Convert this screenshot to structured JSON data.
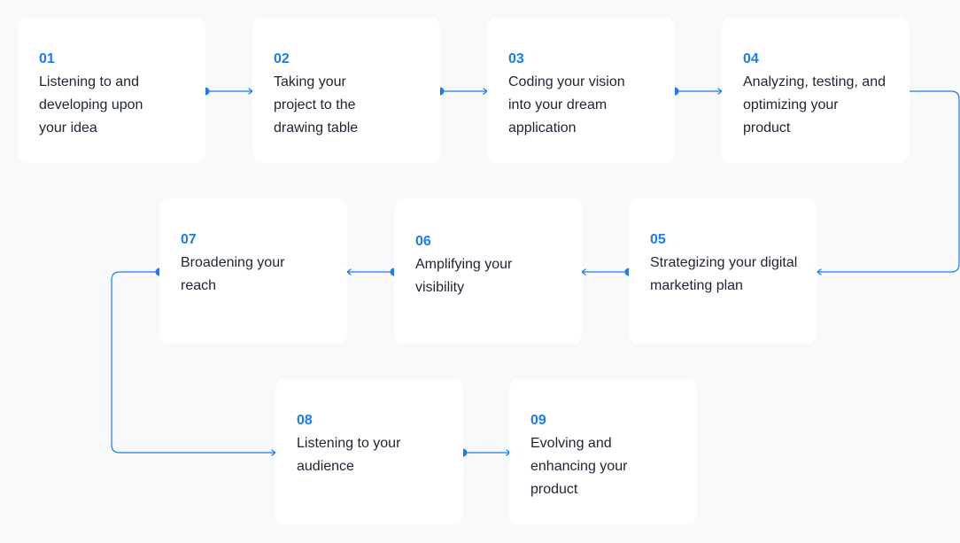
{
  "accent_color": "#1a7cf0",
  "steps": [
    {
      "num": "01",
      "text": "Listening to and developing upon your idea"
    },
    {
      "num": "02",
      "text": "Taking your project to the drawing table"
    },
    {
      "num": "03",
      "text": "Coding your vision into your dream application"
    },
    {
      "num": "04",
      "text": "Analyzing, testing, and optimizing your product"
    },
    {
      "num": "05",
      "text": "Strategizing your digital marketing plan"
    },
    {
      "num": "06",
      "text": "Amplifying your visibility"
    },
    {
      "num": "07",
      "text": "Broadening your reach"
    },
    {
      "num": "08",
      "text": "Listening to your audience"
    },
    {
      "num": "09",
      "text": "Evolving and enhancing your product"
    }
  ]
}
